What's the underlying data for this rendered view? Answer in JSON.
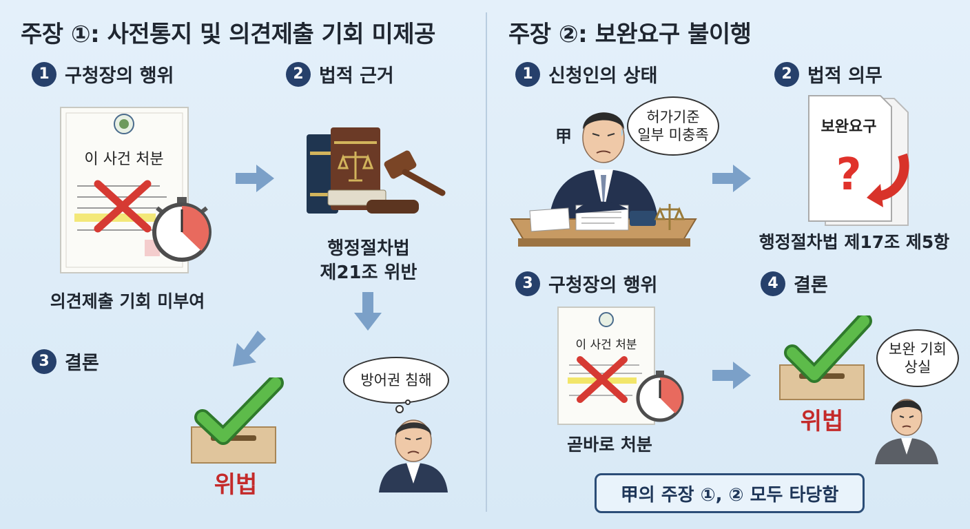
{
  "left": {
    "title": "주장 ①: 사전통지 및 의견제출 기회 미제공",
    "steps": [
      {
        "num": "1",
        "label": "구청장의 행위"
      },
      {
        "num": "2",
        "label": "법적 근거"
      },
      {
        "num": "3",
        "label": "결론"
      }
    ],
    "document_title": "이 사건 처분",
    "caption_action": "의견제출 기회 미부여",
    "law_line1": "행정절차법",
    "law_line2": "제21조 위반",
    "bubble": "방어권 침해",
    "verdict": "위법"
  },
  "right": {
    "title": "주장 ②: 보완요구 불이행",
    "steps": [
      {
        "num": "1",
        "label": "신청인의 상태"
      },
      {
        "num": "2",
        "label": "법적 의무"
      },
      {
        "num": "3",
        "label": "구청장의 행위"
      },
      {
        "num": "4",
        "label": "결론"
      }
    ],
    "person_tag": "甲",
    "bubble_applicant_line1": "허가기준",
    "bubble_applicant_line2": "일부 미충족",
    "request_doc_title": "보완요구",
    "law": "행정절차법 제17조 제5항",
    "document_title": "이 사건 처분",
    "caption_action": "곧바로 처분",
    "bubble_result_line1": "보완 기회",
    "bubble_result_line2": "상실",
    "verdict": "위법",
    "conclusion": "甲의 주장 ①, ② 모두 타당함"
  }
}
